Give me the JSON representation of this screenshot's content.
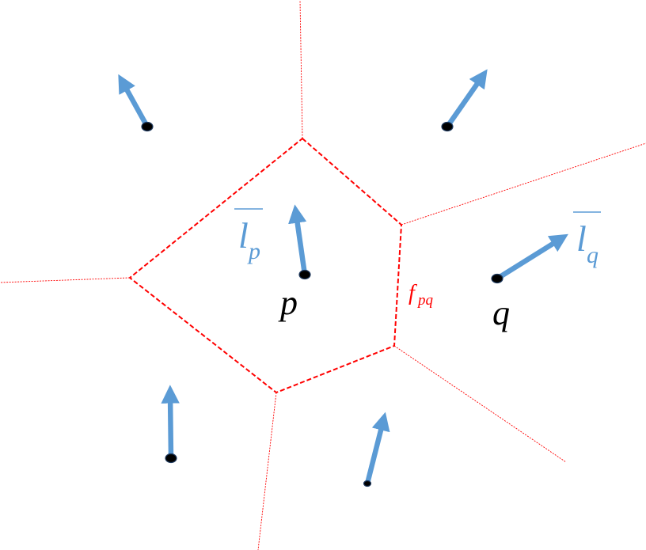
{
  "colors": {
    "cell_boundary": "#ff0000",
    "arrow": "#5b9bd5",
    "site_fill": "#000000",
    "site_stroke": "#1f3a5f",
    "label_point": "#000000",
    "label_vector": "#5b9bd5",
    "label_face": "#ff0000"
  },
  "labels": {
    "site_p": "p",
    "site_q": "q",
    "vector_p_base": "l",
    "vector_p_sub": "p",
    "vector_q_base": "l",
    "vector_q_sub": "q",
    "face_base": "f",
    "face_sub": "pq"
  }
}
